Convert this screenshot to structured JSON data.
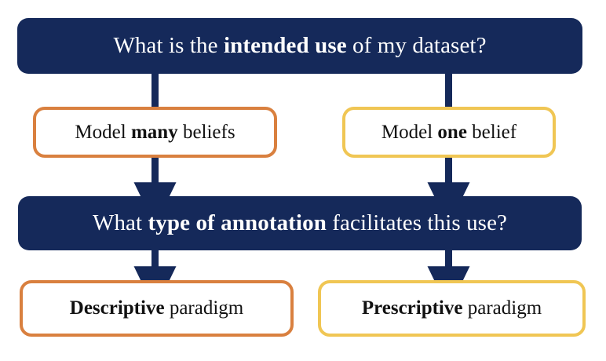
{
  "diagram": {
    "title": "Dataset annotation paradigm decision flowchart",
    "colors": {
      "decision_fill": "#15295a",
      "decision_text": "#ffffff",
      "descriptive_border": "#d9803f",
      "prescriptive_border": "#f0c654",
      "arrow": "#15295a",
      "background": "#ffffff",
      "outline_text": "#111111"
    },
    "nodes": [
      {
        "id": "root",
        "type": "decision",
        "text_parts": [
          {
            "text": "What is the ",
            "bold": false
          },
          {
            "text": "intended use",
            "bold": true
          },
          {
            "text": " of my dataset?",
            "bold": false
          }
        ],
        "plain_text": "What is the intended use of my dataset?"
      },
      {
        "id": "many",
        "type": "outline-orange",
        "text_parts": [
          {
            "text": "Model ",
            "bold": false
          },
          {
            "text": "many",
            "bold": true
          },
          {
            "text": " beliefs",
            "bold": false
          }
        ],
        "plain_text": "Model many beliefs"
      },
      {
        "id": "one",
        "type": "outline-yellow",
        "text_parts": [
          {
            "text": "Model ",
            "bold": false
          },
          {
            "text": "one",
            "bold": true
          },
          {
            "text": " belief",
            "bold": false
          }
        ],
        "plain_text": "Model one belief"
      },
      {
        "id": "annotation",
        "type": "decision",
        "text_parts": [
          {
            "text": "What ",
            "bold": false
          },
          {
            "text": "type of annotation",
            "bold": true
          },
          {
            "text": " facilitates this use?",
            "bold": false
          }
        ],
        "plain_text": "What type of annotation facilitates this use?"
      },
      {
        "id": "descriptive",
        "type": "outline-orange",
        "text_parts": [
          {
            "text": "Descriptive",
            "bold": true
          },
          {
            "text": " paradigm",
            "bold": false
          }
        ],
        "plain_text": "Descriptive paradigm"
      },
      {
        "id": "prescriptive",
        "type": "outline-yellow",
        "text_parts": [
          {
            "text": "Prescriptive",
            "bold": true
          },
          {
            "text": " paradigm",
            "bold": false
          }
        ],
        "plain_text": "Prescriptive paradigm"
      }
    ],
    "edges": [
      {
        "id": "root-to-many",
        "from": "root",
        "to": "many",
        "arrowhead": false
      },
      {
        "id": "root-to-one",
        "from": "root",
        "to": "one",
        "arrowhead": false
      },
      {
        "id": "many-to-annotation",
        "from": "many",
        "to": "annotation",
        "arrowhead": true
      },
      {
        "id": "one-to-annotation",
        "from": "one",
        "to": "annotation",
        "arrowhead": true
      },
      {
        "id": "annotation-to-descriptive",
        "from": "annotation",
        "to": "descriptive",
        "arrowhead": true
      },
      {
        "id": "annotation-to-prescriptive",
        "from": "annotation",
        "to": "prescriptive",
        "arrowhead": true
      }
    ]
  }
}
